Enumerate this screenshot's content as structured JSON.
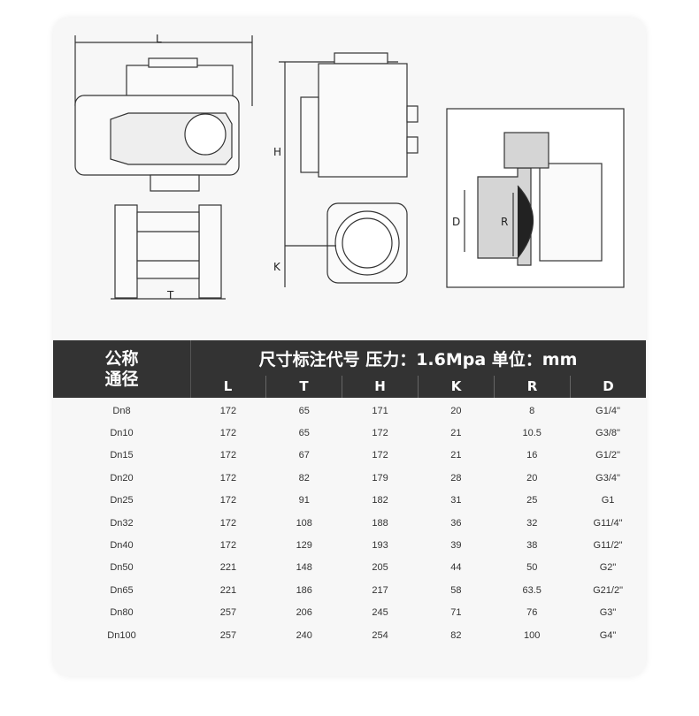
{
  "dim_labels": {
    "L": "L",
    "H": "H",
    "K": "K",
    "T": "T",
    "D": "D",
    "R": "R"
  },
  "table": {
    "header_left_1": "公称",
    "header_left_2": "通径",
    "title": "尺寸标注代号 压力：1.6Mpa 单位：mm",
    "columns": [
      "L",
      "T",
      "H",
      "K",
      "R",
      "D"
    ],
    "rows": [
      {
        "name": "Dn8",
        "L": "172",
        "T": "65",
        "H": "171",
        "K": "20",
        "R": "8",
        "D": "G1/4\""
      },
      {
        "name": "Dn10",
        "L": "172",
        "T": "65",
        "H": "172",
        "K": "21",
        "R": "10.5",
        "D": "G3/8\""
      },
      {
        "name": "Dn15",
        "L": "172",
        "T": "67",
        "H": "172",
        "K": "21",
        "R": "16",
        "D": "G1/2\""
      },
      {
        "name": "Dn20",
        "L": "172",
        "T": "82",
        "H": "179",
        "K": "28",
        "R": "20",
        "D": "G3/4\""
      },
      {
        "name": "Dn25",
        "L": "172",
        "T": "91",
        "H": "182",
        "K": "31",
        "R": "25",
        "D": "G1"
      },
      {
        "name": "Dn32",
        "L": "172",
        "T": "108",
        "H": "188",
        "K": "36",
        "R": "32",
        "D": "G11/4\""
      },
      {
        "name": "Dn40",
        "L": "172",
        "T": "129",
        "H": "193",
        "K": "39",
        "R": "38",
        "D": "G11/2\""
      },
      {
        "name": "Dn50",
        "L": "221",
        "T": "148",
        "H": "205",
        "K": "44",
        "R": "50",
        "D": "G2\""
      },
      {
        "name": "Dn65",
        "L": "221",
        "T": "186",
        "H": "217",
        "K": "58",
        "R": "63.5",
        "D": "G21/2\""
      },
      {
        "name": "Dn80",
        "L": "257",
        "T": "206",
        "H": "245",
        "K": "71",
        "R": "76",
        "D": "G3\""
      },
      {
        "name": "Dn100",
        "L": "257",
        "T": "240",
        "H": "254",
        "K": "82",
        "R": "100",
        "D": "G4\""
      }
    ]
  }
}
